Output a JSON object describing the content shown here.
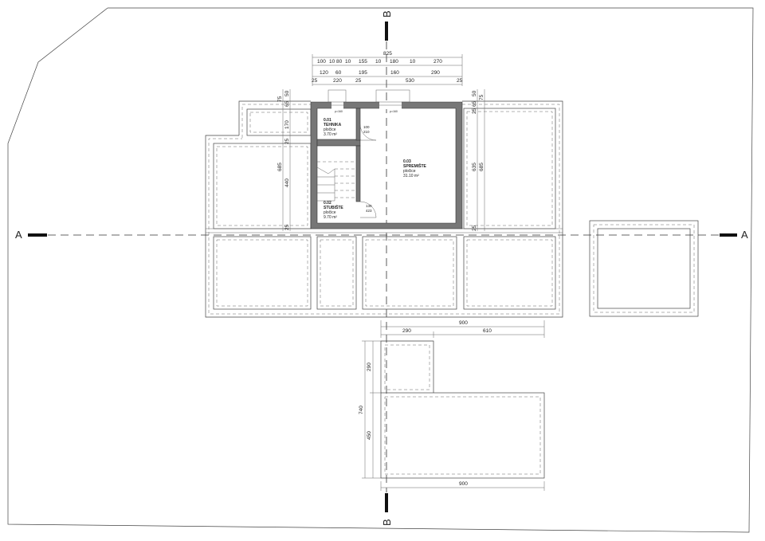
{
  "section_a": {
    "label_left": "A",
    "label_right": "A"
  },
  "section_b": {
    "label_top": "B",
    "label_bottom": "B"
  },
  "rooms": [
    {
      "number": "0.01",
      "name": "TEHNIKA",
      "floor": "pločice",
      "area": "3.70 m²"
    },
    {
      "number": "0.02",
      "name": "STUBIŠTE",
      "floor": "pločice",
      "area": "9.70 m²"
    },
    {
      "number": "0.03",
      "name": "SPREMIŠTE",
      "floor": "pločice",
      "area": "31.10 m²"
    }
  ],
  "doors": [
    {
      "width": "100",
      "height": "210"
    },
    {
      "width": "130",
      "height": "423"
    }
  ],
  "windows": [
    {
      "label": "p=160"
    },
    {
      "label": "p=160"
    }
  ],
  "top_dims": {
    "total": "825",
    "row1": [
      "100",
      "10",
      "80",
      "10",
      "155",
      "10",
      "180",
      "10",
      "270"
    ],
    "row2": [
      "120",
      "60",
      "195",
      "160",
      "290"
    ],
    "row3": [
      "25",
      "220",
      "25",
      "530",
      "25"
    ]
  },
  "left_dims": [
    "75",
    "65",
    "50",
    "170",
    "25",
    "685",
    "440",
    "25"
  ],
  "right_dims": [
    "50",
    "65",
    "75",
    "25",
    "635",
    "685",
    "25"
  ],
  "bottom_dims": {
    "total": "900",
    "split": [
      "290",
      "610"
    ],
    "vertical_total": "740",
    "vertical_split": [
      "290",
      "450"
    ],
    "lower_total": "900"
  }
}
